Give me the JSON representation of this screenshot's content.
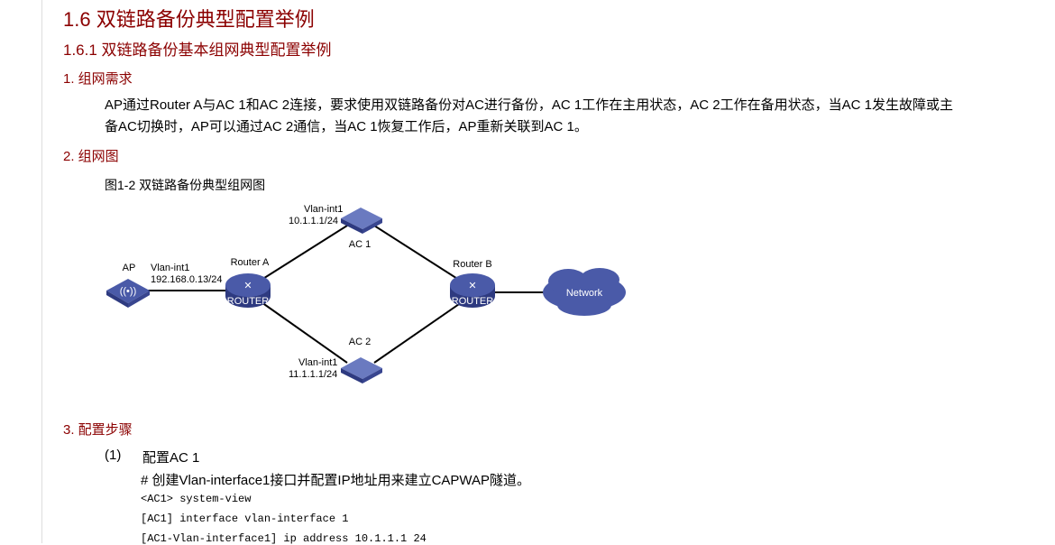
{
  "section": {
    "title": "1.6  双链路备份典型配置举例",
    "subtitle": "1.6.1  双链路备份基本组网典型配置举例"
  },
  "req": {
    "heading": "1. 组网需求",
    "line1": "AP通过Router A与AC 1和AC 2连接，要求使用双链路备份对AC进行备份，AC 1工作在主用状态，AC 2工作在备用状态，当AC 1发生故障或主",
    "line2": "备AC切换时，AP可以通过AC 2通信，当AC 1恢复工作后，AP重新关联到AC 1。"
  },
  "diagram": {
    "heading": "2. 组网图",
    "caption": "图1-2 双链路备份典型组网图",
    "ap": "AP",
    "ap_if": "Vlan-int1",
    "ap_ip": "192.168.0.13/24",
    "router_a": "Router A",
    "router_b": "Router B",
    "router_badge": "ROUTER",
    "ac1": "AC 1",
    "ac1_if": "Vlan-int1",
    "ac1_ip": "10.1.1.1/24",
    "ac2": "AC 2",
    "ac2_if": "Vlan-int1",
    "ac2_ip": "11.1.1.1/24",
    "network": "Network"
  },
  "steps": {
    "heading": "3. 配置步骤",
    "step1_num": "(1)",
    "step1_label": "配置AC 1",
    "comment": "# 创建Vlan-interface1接口并配置IP地址用来建立CAPWAP隧道。",
    "code": [
      "<AC1> system-view",
      "[AC1] interface vlan-interface 1",
      "[AC1-Vlan-interface1] ip address 10.1.1.1 24"
    ]
  },
  "colors": {
    "heading": "#8b0000",
    "device": "#4a5aa8"
  }
}
